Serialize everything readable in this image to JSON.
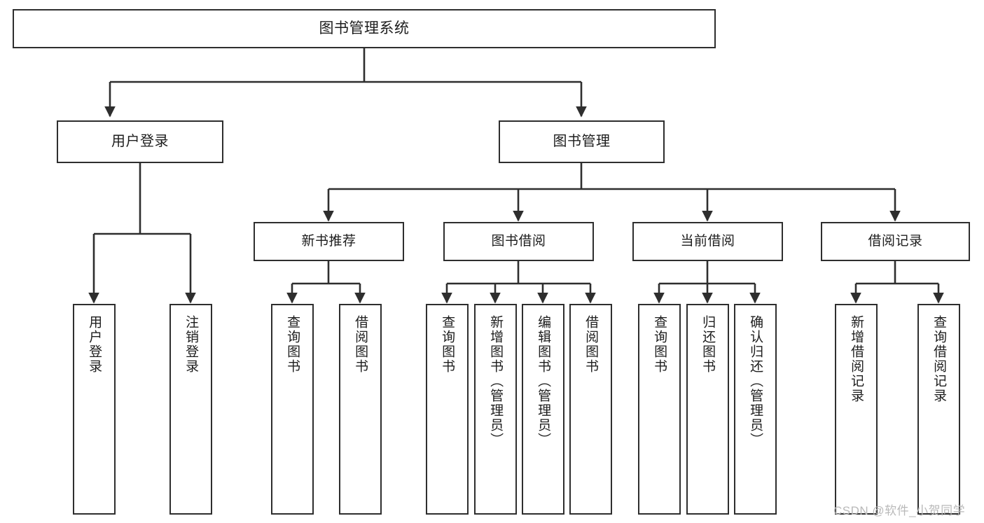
{
  "diagram": {
    "title": "图书管理系统",
    "type": "tree-hierarchy-chart",
    "colors": {
      "box_border": "#2e2e2e",
      "box_fill": "#ffffff",
      "connector": "#2e2e2e",
      "text": "#1d1d1d",
      "watermark": "#b9b9b9",
      "background": "#ffffff"
    }
  },
  "root": {
    "label": "图书管理系统"
  },
  "level2": [
    {
      "label": "用户登录"
    },
    {
      "label": "图书管理"
    }
  ],
  "level3": [
    {
      "label": "新书推荐"
    },
    {
      "label": "图书借阅"
    },
    {
      "label": "当前借阅"
    },
    {
      "label": "借阅记录"
    }
  ],
  "leaves": {
    "user_login": [
      {
        "label": "用户登录"
      },
      {
        "label": "注销登录"
      }
    ],
    "new_book_recommend": [
      {
        "label": "查询图书"
      },
      {
        "label": "借阅图书"
      }
    ],
    "book_borrow": [
      {
        "label": "查询图书"
      },
      {
        "label": "新增图书（管理员）"
      },
      {
        "label": "编辑图书（管理员）"
      },
      {
        "label": "借阅图书"
      }
    ],
    "current_borrow": [
      {
        "label": "查询图书"
      },
      {
        "label": "归还图书"
      },
      {
        "label": "确认归还（管理员）"
      }
    ],
    "borrow_record": [
      {
        "label": "新增借阅记录"
      },
      {
        "label": "查询借阅记录"
      }
    ]
  },
  "watermark": {
    "text": "CSDN @软件_小贺同学"
  }
}
